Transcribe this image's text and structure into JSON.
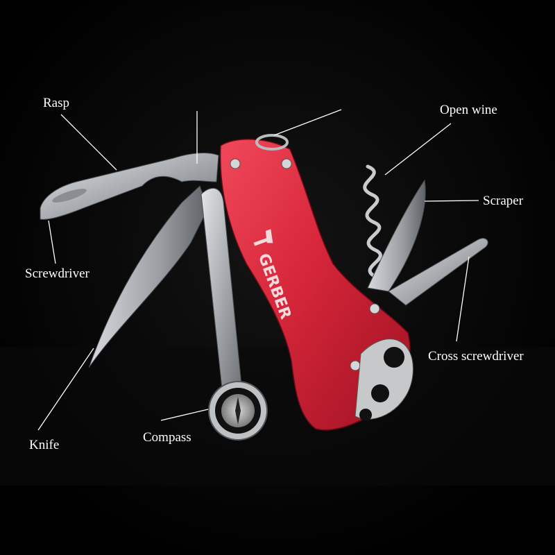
{
  "image": {
    "subject": "red multi-tool pocket knife",
    "brand_text": "GERBER",
    "background_color": "#000000",
    "body_color": "#d8283c",
    "metal_color": "#b9bcbf",
    "label_color": "#ffffff"
  },
  "callouts": {
    "rasp": "Rasp",
    "open_wine": "Open wine",
    "scraper": "Scraper",
    "screwdriver": "Screwdriver",
    "cross_screwdriver": "Cross screwdriver",
    "knife": "Knife",
    "compass": "Compass"
  }
}
